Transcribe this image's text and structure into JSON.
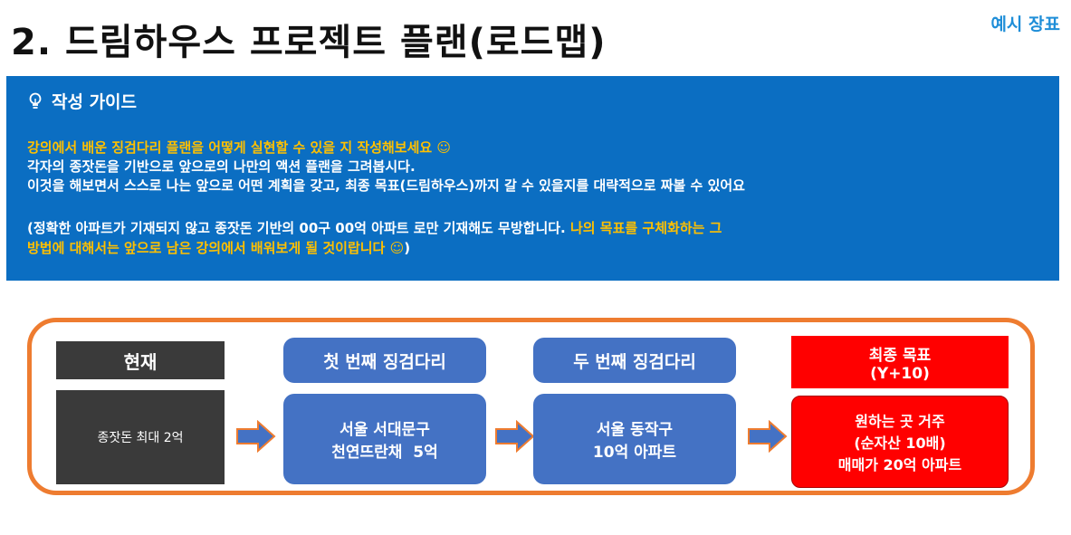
{
  "title": "2. 드림하우스 프로젝트 플랜(로드맵)",
  "tag": "예시 장표",
  "guide": {
    "heading": "작성 가이드",
    "line1": "강의에서 배운 징검다리 플랜을 어떻게 실현할 수 있을 지 작성해보세요 ☺",
    "line2": "각자의 종잣돈을 기반으로 앞으로의 나만의 액션 플랜을 그려봅시다.",
    "line3": "이것을 해보면서 스스로 나는 앞으로 어떤 계획을 갖고, 최종 목표(드림하우스)까지 갈 수 있을지를 대략적으로 짜볼 수 있어요",
    "line4_white": "(정확한 아파트가 기재되지 않고 종잣돈 기반의 00구 00억 아파트 로만 기재해도 무방합니다. ",
    "line4_orange": "나의 목표를 구체화하는 그",
    "line5_orange": "방법에 대해서는 앞으로 남은 강의에서 배워보게 될 것이랍니다 ☺",
    "line5_white": ")"
  },
  "roadmap": {
    "stage1": {
      "header": "현재",
      "body": "종잣돈 최대 2억"
    },
    "stage2": {
      "header": "첫 번째 징검다리",
      "body_line1": "서울 서대문구",
      "body_line2": "천연뜨란채  5억"
    },
    "stage3": {
      "header": "두 번째 징검다리",
      "body_line1": "서울 동작구",
      "body_line2": "10억 아파트"
    },
    "stage4": {
      "header_line1": "최종 목표",
      "header_line2": "(Y+10)",
      "body_line1": "원하는 곳 거주",
      "body_line2": "(순자산 10배)",
      "body_line3": "매매가 20억 아파트"
    }
  },
  "colors": {
    "guide_bg": "#0b6ec2",
    "guide_accent": "#ffc000",
    "frame": "#ee7c30",
    "dark_box": "#3a3a3a",
    "blue_box": "#4472c4",
    "red_box": "#ff0000",
    "tag": "#1f8ed8"
  }
}
